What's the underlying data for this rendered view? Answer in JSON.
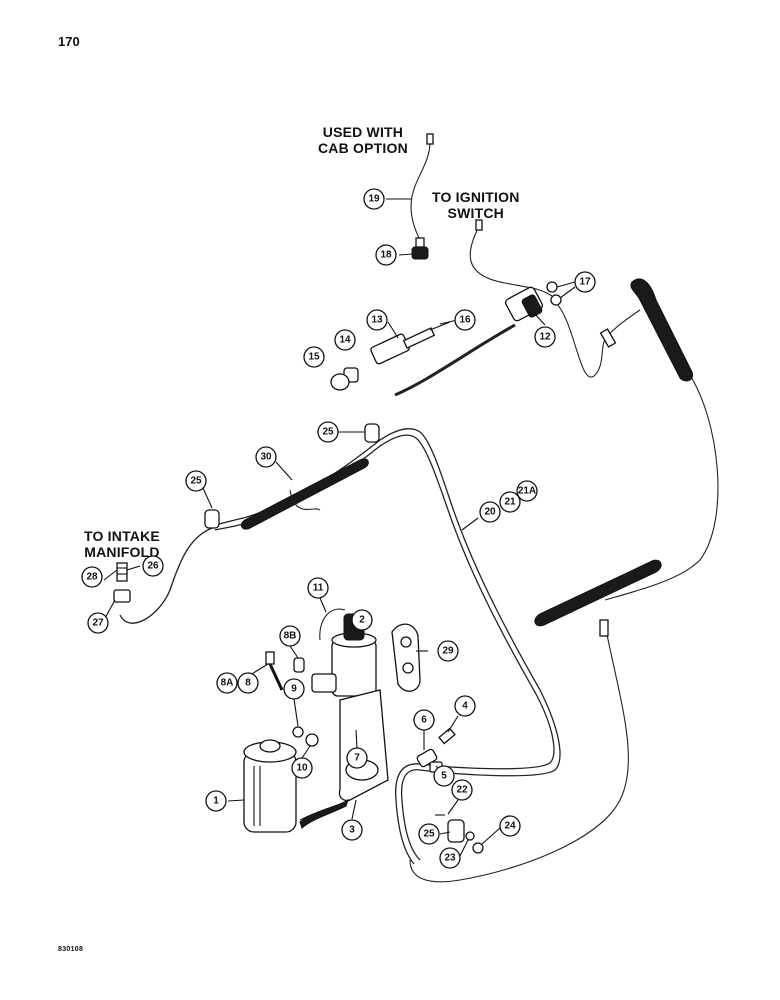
{
  "page": {
    "number": "170",
    "figure_code": "830108"
  },
  "labels": {
    "cab_option": [
      "USED WITH",
      "CAB OPTION"
    ],
    "ignition": [
      "TO IGNITION",
      "SWITCH"
    ],
    "intake": [
      "TO INTAKE",
      "MANIFOLD"
    ]
  },
  "callouts": [
    "1",
    "2",
    "3",
    "4",
    "5",
    "6",
    "7",
    "8",
    "8A",
    "8B",
    "9",
    "10",
    "11",
    "12",
    "13",
    "14",
    "15",
    "16",
    "17",
    "18",
    "19",
    "20",
    "21",
    "21A",
    "22",
    "23",
    "24",
    "25",
    "26",
    "27",
    "28",
    "29",
    "30"
  ],
  "colors": {
    "ink": "#111111",
    "background": "#ffffff"
  }
}
